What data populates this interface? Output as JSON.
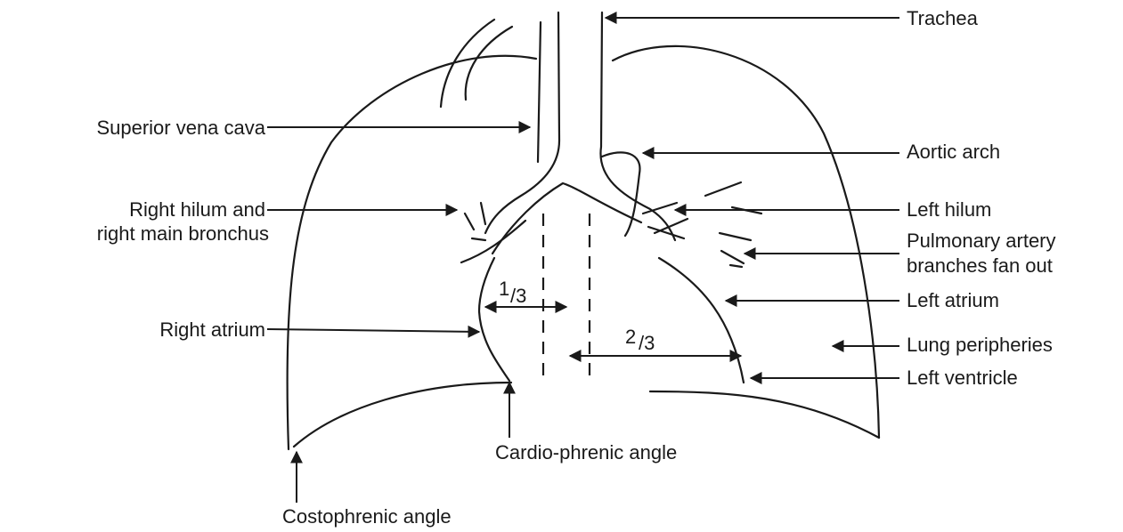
{
  "labels": {
    "trachea": "Trachea",
    "superior_vena_cava": "Superior vena cava",
    "aortic_arch": "Aortic arch",
    "right_hilum_line1": "Right hilum and",
    "right_hilum_line2": "right main bronchus",
    "left_hilum": "Left hilum",
    "pulmonary_line1": "Pulmonary artery",
    "pulmonary_line2": "branches fan out",
    "left_atrium": "Left atrium",
    "right_atrium": "Right atrium",
    "lung_peripheries": "Lung peripheries",
    "left_ventricle": "Left ventricle",
    "cardio_phrenic_angle": "Cardio-phrenic angle",
    "costophrenic_angle": "Costophrenic angle"
  },
  "fractions": {
    "one_third_num": "1",
    "one_third_den": "/3",
    "two_thirds_num": "2",
    "two_thirds_den": "/3"
  }
}
